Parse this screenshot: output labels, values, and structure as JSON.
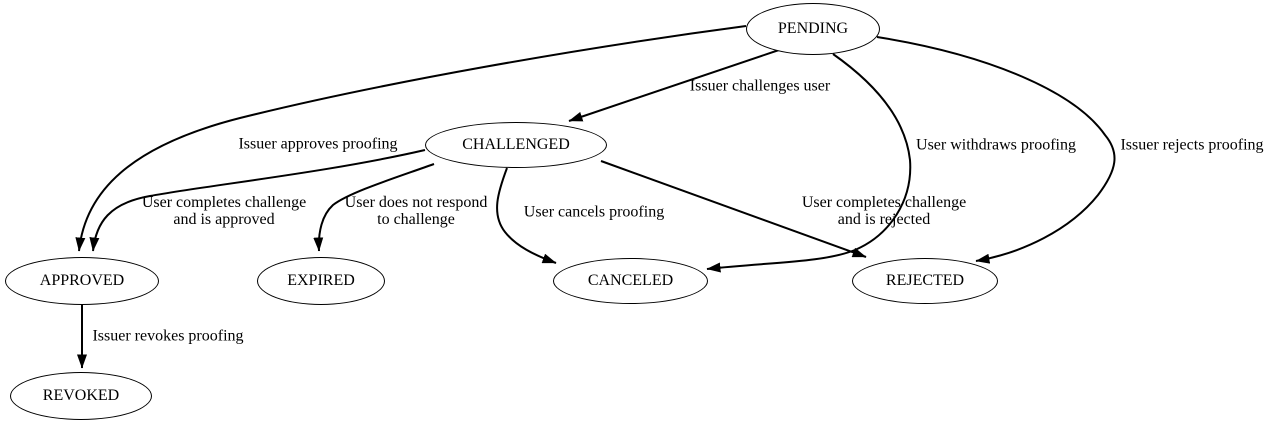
{
  "diagram": {
    "type": "state-machine",
    "colors": {
      "stroke": "#000000",
      "fill": "#ffffff",
      "text": "#000000"
    },
    "nodes": {
      "pending": {
        "label": "PENDING"
      },
      "challenged": {
        "label": "CHALLENGED"
      },
      "approved": {
        "label": "APPROVED"
      },
      "expired": {
        "label": "EXPIRED"
      },
      "canceled": {
        "label": "CANCELED"
      },
      "rejected": {
        "label": "REJECTED"
      },
      "revoked": {
        "label": "REVOKED"
      }
    },
    "edges": {
      "pending_challenged": {
        "from": "PENDING",
        "to": "CHALLENGED",
        "label": "Issuer challenges user"
      },
      "pending_approved": {
        "from": "PENDING",
        "to": "APPROVED",
        "label": "Issuer approves proofing"
      },
      "pending_canceled": {
        "from": "PENDING",
        "to": "CANCELED",
        "label": "User withdraws proofing"
      },
      "pending_rejected": {
        "from": "PENDING",
        "to": "REJECTED",
        "label": "Issuer rejects proofing"
      },
      "challenged_approved": {
        "from": "CHALLENGED",
        "to": "APPROVED",
        "line1": "User completes challenge",
        "line2": "and is approved"
      },
      "challenged_expired": {
        "from": "CHALLENGED",
        "to": "EXPIRED",
        "line1": "User does not respond",
        "line2": "to challenge"
      },
      "challenged_canceled": {
        "from": "CHALLENGED",
        "to": "CANCELED",
        "label": "User cancels proofing"
      },
      "challenged_rejected": {
        "from": "CHALLENGED",
        "to": "REJECTED",
        "line1": "User completes challenge",
        "line2": "and is rejected"
      },
      "approved_revoked": {
        "from": "APPROVED",
        "to": "REVOKED",
        "label": "Issuer revokes proofing"
      }
    }
  }
}
